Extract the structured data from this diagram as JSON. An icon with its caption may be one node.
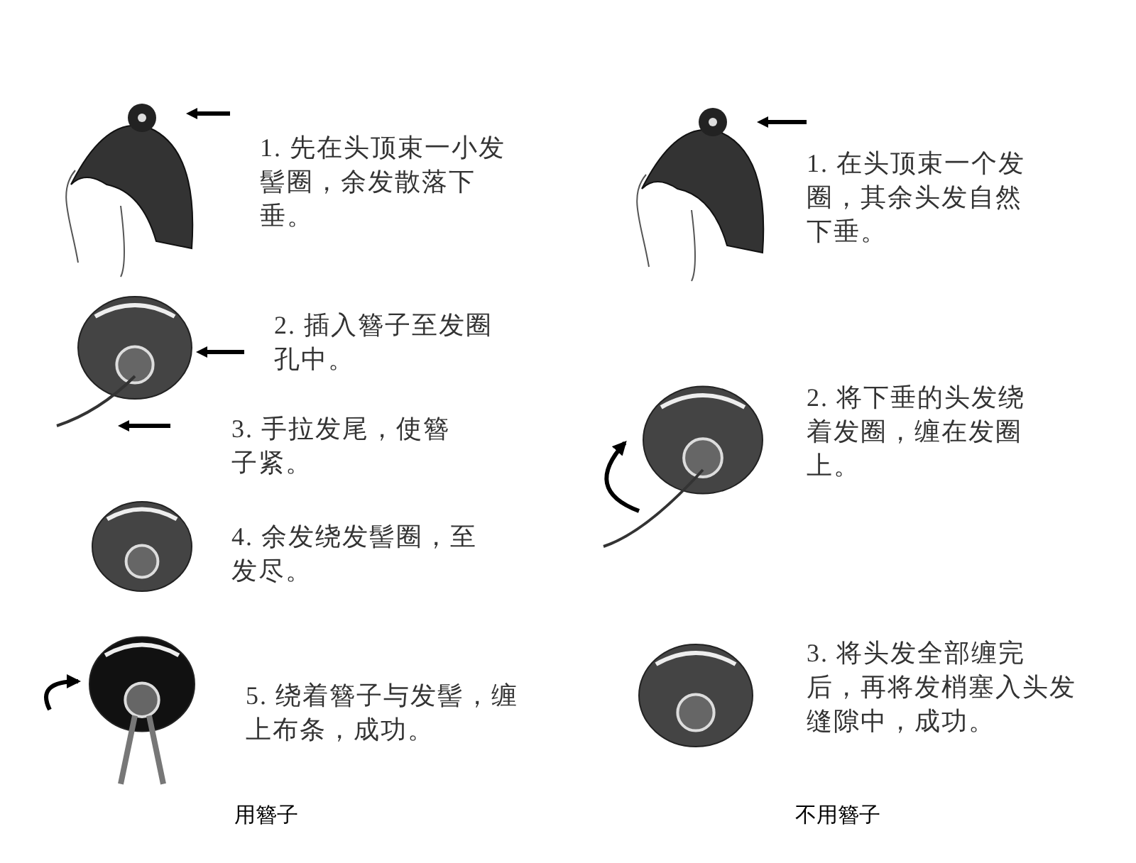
{
  "diagram": {
    "labels": [
      "1. 先在头顶束一小发髻圈，余发散落下垂。",
      "1. 在头顶束一个发圈，其余头发自然下垂。",
      "2. 插入簪子至发圈孔中。",
      "2. 将下垂的头发绕着发圈，缠在发圈上。",
      "3. 手拉发尾，使簪子紧。",
      "4. 余发绕发髻圈，至发尽。",
      "3. 将头发全部缠完后，再将发梢塞入头发缝隙中，成功。",
      "5. 绕着簪子与发髻，缠上布条，成功。",
      "用簪子",
      "不用簪子"
    ]
  }
}
